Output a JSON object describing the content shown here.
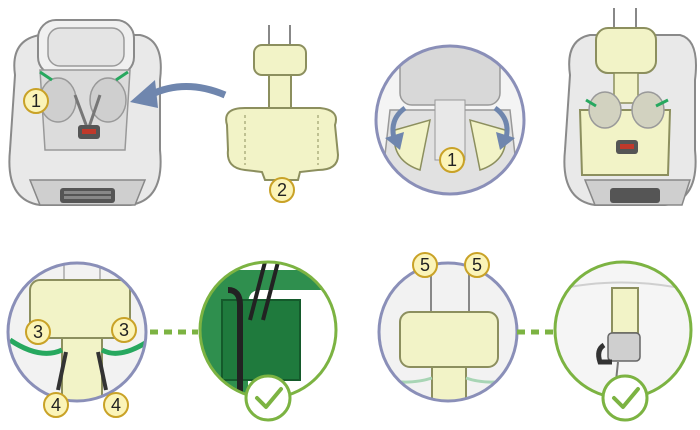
{
  "colors": {
    "seat_fill": "#e9e9e9",
    "seat_stroke": "#8a8a8a",
    "seat_dark": "#555555",
    "cover_fill": "#f2f3c7",
    "cover_stroke": "#8c8f5e",
    "badge_fill": "#fbf4b8",
    "badge_stroke": "#c9a227",
    "arrow_blue": "#6f86ae",
    "accent_green": "#27a85f",
    "check_green": "#7cb342",
    "buckle_red": "#c0392b"
  },
  "step_badges": {
    "seat_left": "1",
    "insert": "2",
    "zoom_top": "1",
    "left_a": "3",
    "right_a": "3",
    "left_b": "4",
    "right_b": "4",
    "rod_left": "5",
    "rod_right": "5"
  },
  "icons": {
    "arrow": "left-arrow-icon",
    "rotate": "rotate-arrow-icon",
    "confirm": "check-icon"
  }
}
